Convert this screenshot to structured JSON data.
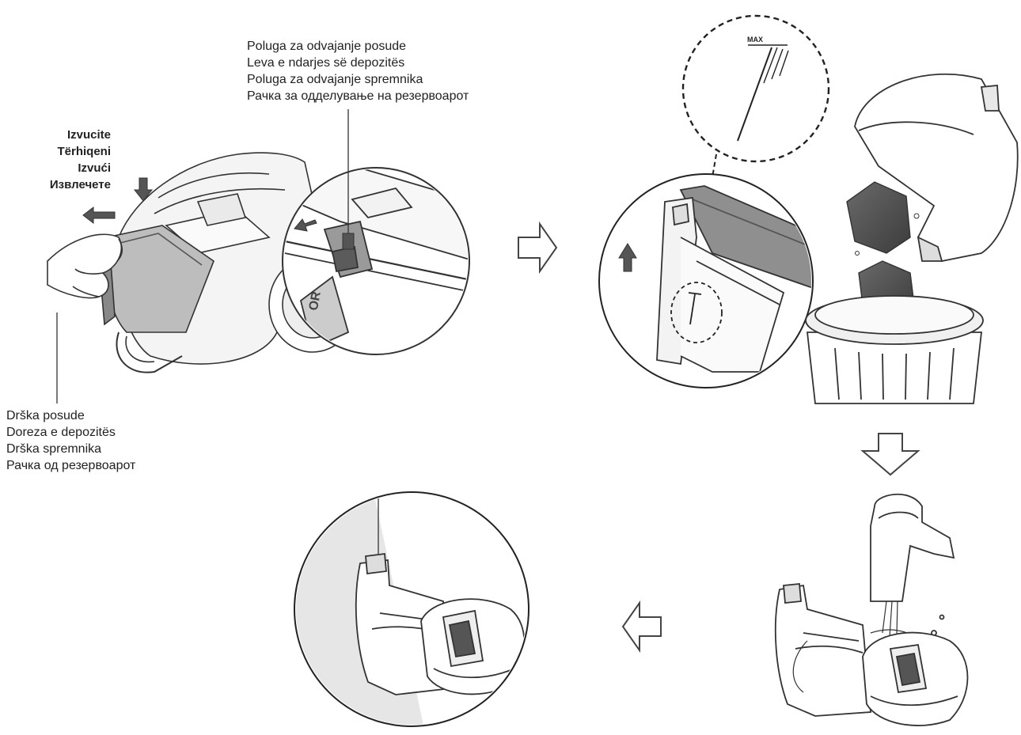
{
  "callouts": {
    "lever": [
      "Poluga za odvajanje posude",
      "Leva e ndarjes së depozitës",
      "Poluga za odvajanje spremnika",
      "Рачка за одделување на резервоарот"
    ],
    "pull": [
      "Izvucite",
      "Tërhiqeni",
      "Izvući",
      "Извлечете"
    ],
    "handle": [
      "Drška posude",
      "Doreza e depozitës",
      "Drška spremnika",
      "Рачка од резервоарот"
    ]
  },
  "mark": {
    "max": "MAX"
  }
}
